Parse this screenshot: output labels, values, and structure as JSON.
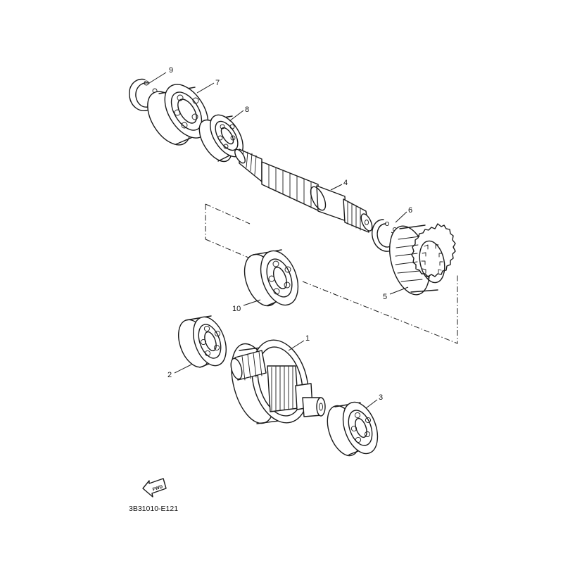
{
  "diagram": {
    "code": "3B31010-E121",
    "fwd_label": "FWD",
    "callouts": [
      "1",
      "2",
      "3",
      "4",
      "5",
      "6",
      "7",
      "8",
      "9",
      "10"
    ]
  }
}
